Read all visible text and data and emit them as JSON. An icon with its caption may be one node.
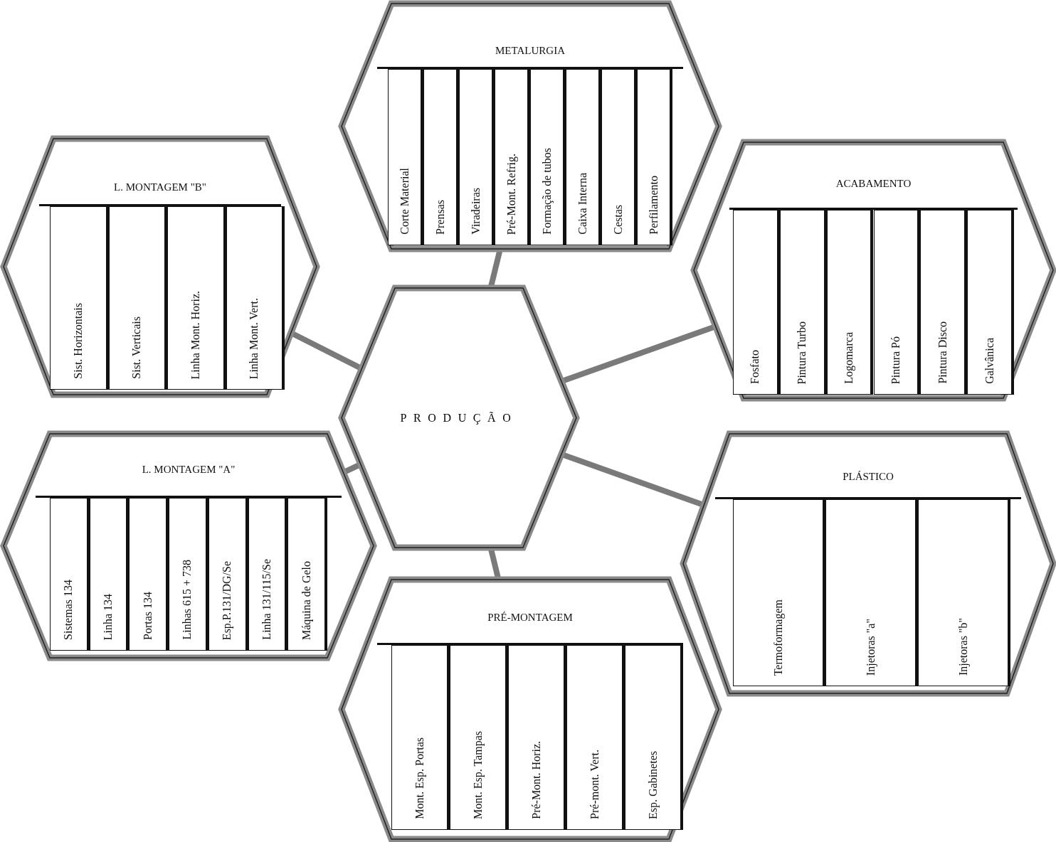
{
  "diagram": {
    "nodes": [
      {
        "text": [
          "METALURGIA"
        ]
      },
      {
        "text": [
          "Corte Material"
        ],
        "in": 0
      },
      {
        "text": [
          "Prensas"
        ],
        "in": 0
      },
      {
        "text": [
          "Viradeiras"
        ],
        "in": 0
      },
      {
        "text": [
          "Pré-Mont. Refrig."
        ],
        "in": 0
      },
      {
        "text": [
          "Formação de tubos"
        ],
        "in": 0
      },
      {
        "text": [
          "Caixa Interna"
        ],
        "in": 0
      },
      {
        "text": [
          "Cestas"
        ],
        "in": 0
      },
      {
        "text": [
          "Perfilamento"
        ],
        "in": 0
      },
      {
        "text": [
          "L. MONTAGEM \"B\""
        ]
      },
      {
        "text": [
          "Sist. Horizontais"
        ],
        "in": 9
      },
      {
        "text": [
          "Sist. Verticais"
        ],
        "in": 9
      },
      {
        "text": [
          "Linha Mont. Horiz."
        ],
        "in": 9
      },
      {
        "text": [
          "Linha Mont. Vert."
        ],
        "in": 9
      },
      {
        "text": [
          "ACABAMENTO"
        ]
      },
      {
        "text": [
          "Fosfato"
        ],
        "in": 14
      },
      {
        "text": [
          "Pintura Turbo"
        ],
        "in": 14
      },
      {
        "text": [
          "Logomarca"
        ],
        "in": 14
      },
      {
        "text": [
          "Pintura Pó"
        ],
        "in": 14
      },
      {
        "text": [
          "Pintura Disco"
        ],
        "in": 14
      },
      {
        "text": [
          "Galvânica"
        ],
        "in": 14
      },
      {
        "text": [
          "PRODUÇÃO"
        ]
      },
      {
        "text": [
          "L. MONTAGEM \"A\""
        ]
      },
      {
        "text": [
          "Sistemas 134"
        ],
        "in": 22
      },
      {
        "text": [
          "Linha 134"
        ],
        "in": 22
      },
      {
        "text": [
          "Portas 134"
        ],
        "in": 22
      },
      {
        "text": [
          "Linhas 615 + 738"
        ],
        "in": 22
      },
      {
        "text": [
          "Esp.P.131/DG/Se"
        ],
        "in": 22
      },
      {
        "text": [
          "Linha 131/115/Se"
        ],
        "in": 22
      },
      {
        "text": [
          "Máquina de Gelo"
        ],
        "in": 22
      },
      {
        "text": [
          "PLÁSTICO"
        ]
      },
      {
        "text": [
          "Termoformagem"
        ],
        "in": 30
      },
      {
        "text": [
          "Injetoras \"a\""
        ],
        "in": 30
      },
      {
        "text": [
          "Injetoras \"b\""
        ],
        "in": 30
      },
      {
        "text": [
          "PRÉ-MONTAGEM"
        ]
      },
      {
        "text": [
          "Mont. Esp. Portas"
        ],
        "in": 34
      },
      {
        "text": [
          "Mont. Esp. Tampas"
        ],
        "in": 34
      },
      {
        "text": [
          "Pré-Mont. Horiz."
        ],
        "in": 34
      },
      {
        "text": [
          "Pré-mont. Vert."
        ],
        "in": 34
      },
      {
        "text": [
          "Esp. Gabinetes"
        ],
        "in": 34
      }
    ],
    "edges": [
      {
        "from": 21,
        "to": 0,
        "arrow": "none"
      },
      {
        "from": 21,
        "to": 9,
        "arrow": "none"
      },
      {
        "from": 21,
        "to": 14,
        "arrow": "none"
      },
      {
        "from": 21,
        "to": 22,
        "arrow": "none"
      },
      {
        "from": 21,
        "to": 30,
        "arrow": "none"
      },
      {
        "from": 21,
        "to": 34,
        "arrow": "none"
      }
    ]
  }
}
